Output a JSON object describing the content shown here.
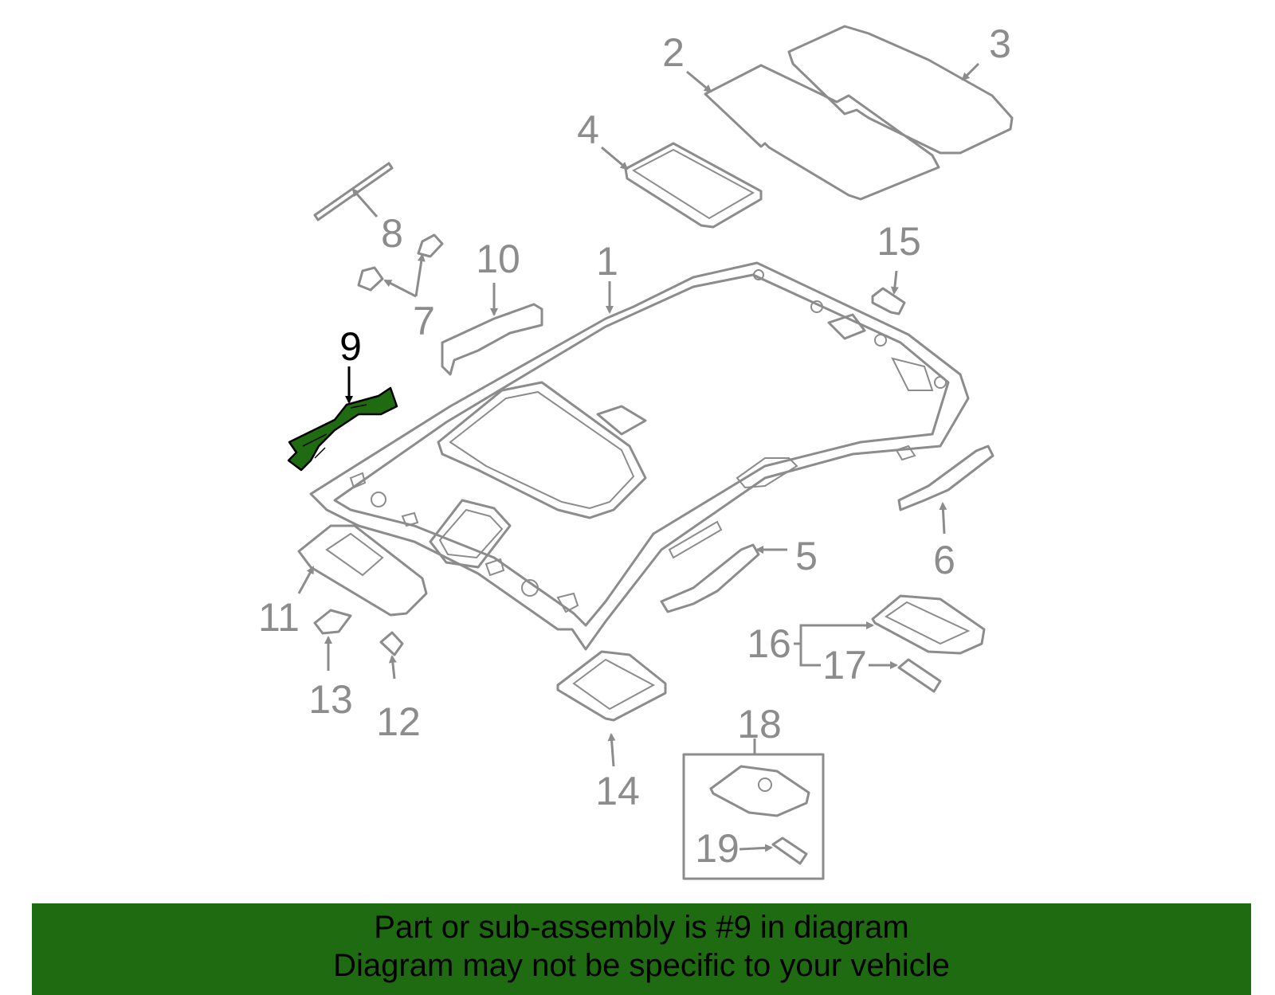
{
  "diagram": {
    "callouts": [
      "1",
      "2",
      "3",
      "4",
      "5",
      "6",
      "7",
      "8",
      "9",
      "10",
      "11",
      "12",
      "13",
      "14",
      "15",
      "16",
      "17",
      "18",
      "19"
    ],
    "highlighted_callout": "9",
    "colors": {
      "highlight": "#1e6b12",
      "linework": "#8c8c8c",
      "banner": "#1e6b12"
    }
  },
  "banner": {
    "line1": "Part or sub-assembly is #9 in diagram",
    "line2": "Diagram may not be specific to your vehicle"
  }
}
